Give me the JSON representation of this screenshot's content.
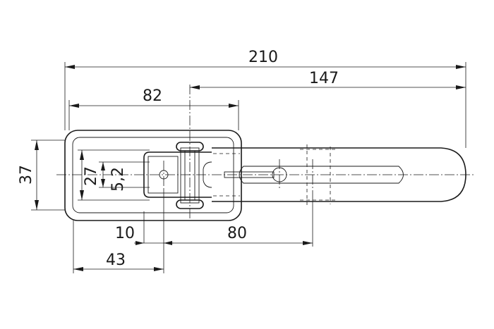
{
  "drawing": {
    "dimensions": {
      "overall_length": "210",
      "hook_to_end": "147",
      "keeper_length": "82",
      "keeper_height": "37",
      "inner_height": "27",
      "slot_width": "5,2",
      "offset_small": "10",
      "pivot_distance": "80",
      "mount_distance": "43"
    }
  }
}
